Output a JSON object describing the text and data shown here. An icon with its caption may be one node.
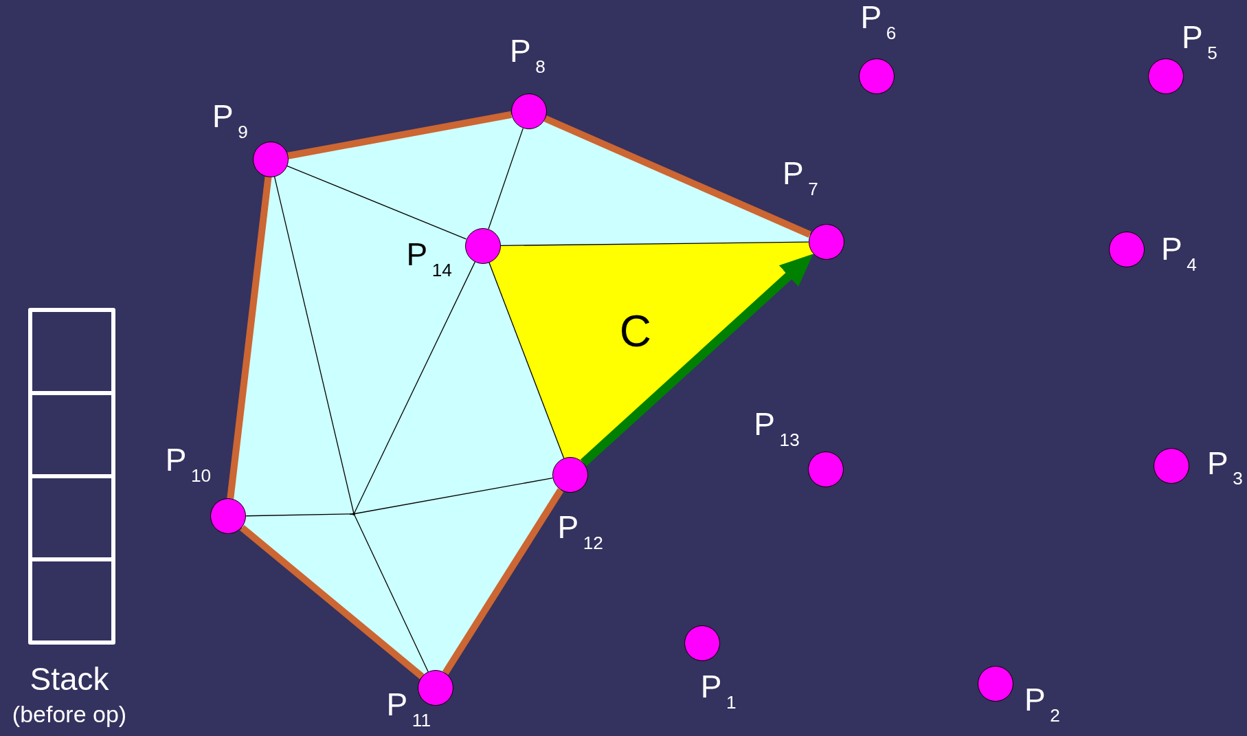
{
  "diagram": {
    "nodes": [
      {
        "text": [],
        "shape": "circle",
        "beside": [
          "P$_{1}$"
        ]
      },
      {
        "text": [],
        "shape": "circle",
        "beside": [
          "P$_{2}$"
        ]
      },
      {
        "text": [],
        "shape": "circle",
        "beside": [
          "P$_{3}$"
        ]
      },
      {
        "text": [],
        "shape": "circle",
        "beside": [
          "P$_{4}$"
        ]
      },
      {
        "text": [],
        "shape": "circle",
        "beside": [
          "P$_{5}$"
        ]
      },
      {
        "text": [],
        "shape": "circle",
        "beside": [
          "P$_{6}$"
        ]
      },
      {
        "text": [],
        "shape": "circle",
        "beside": [
          "P$_{7}$"
        ]
      },
      {
        "text": [],
        "shape": "circle",
        "beside": [
          "P$_{8}$"
        ]
      },
      {
        "text": [],
        "shape": "circle",
        "beside": [
          "P$_{9}$"
        ]
      },
      {
        "text": [],
        "shape": "circle",
        "beside": [
          "P$_{10}$"
        ]
      },
      {
        "text": [],
        "shape": "circle",
        "beside": [
          "P$_{11}$"
        ]
      },
      {
        "text": [],
        "shape": "circle",
        "beside": [
          "P$_{12}$"
        ]
      },
      {
        "text": [],
        "shape": "circle",
        "beside": [
          "P$_{13}$"
        ]
      },
      {
        "text": [],
        "shape": "circle",
        "beside": [
          "P$_{14}$"
        ]
      },
      {
        "text": [],
        "shape": "point"
      },
      {
        "text": [
          "C"
        ]
      },
      {
        "text": [],
        "shape": "box"
      },
      {
        "text": [],
        "shape": "box"
      },
      {
        "text": [],
        "shape": "box"
      },
      {
        "text": [],
        "shape": "box"
      }
    ],
    "edges": [
      {
        "from": 8,
        "to": 7,
        "arrow": "none",
        "style": "thick",
        "color": "#cc6633"
      },
      {
        "from": 7,
        "to": 6,
        "arrow": "none",
        "style": "thick",
        "color": "#cc6633"
      },
      {
        "from": 11,
        "to": 10,
        "arrow": "none",
        "style": "thick",
        "color": "#cc6633"
      },
      {
        "from": 10,
        "to": 9,
        "arrow": "none",
        "style": "thick",
        "color": "#cc6633"
      },
      {
        "from": 9,
        "to": 8,
        "arrow": "none",
        "style": "thick",
        "color": "#cc6633"
      },
      {
        "from": 11,
        "to": 6,
        "arrow": "to",
        "style": "thick",
        "color": "#008000"
      },
      {
        "from": 8,
        "to": 13,
        "arrow": "none"
      },
      {
        "from": 7,
        "to": 13,
        "arrow": "none"
      },
      {
        "from": 13,
        "to": 6,
        "arrow": "none"
      },
      {
        "from": 13,
        "to": 11,
        "arrow": "none"
      },
      {
        "from": 13,
        "to": 14,
        "arrow": "none"
      },
      {
        "from": 8,
        "to": 14,
        "arrow": "none"
      },
      {
        "from": 9,
        "to": 14,
        "arrow": "none"
      },
      {
        "from": 14,
        "to": 10,
        "arrow": "none"
      },
      {
        "from": 14,
        "to": 11,
        "arrow": "none"
      }
    ],
    "labels": [
      "Stack",
      "(before op)"
    ]
  }
}
